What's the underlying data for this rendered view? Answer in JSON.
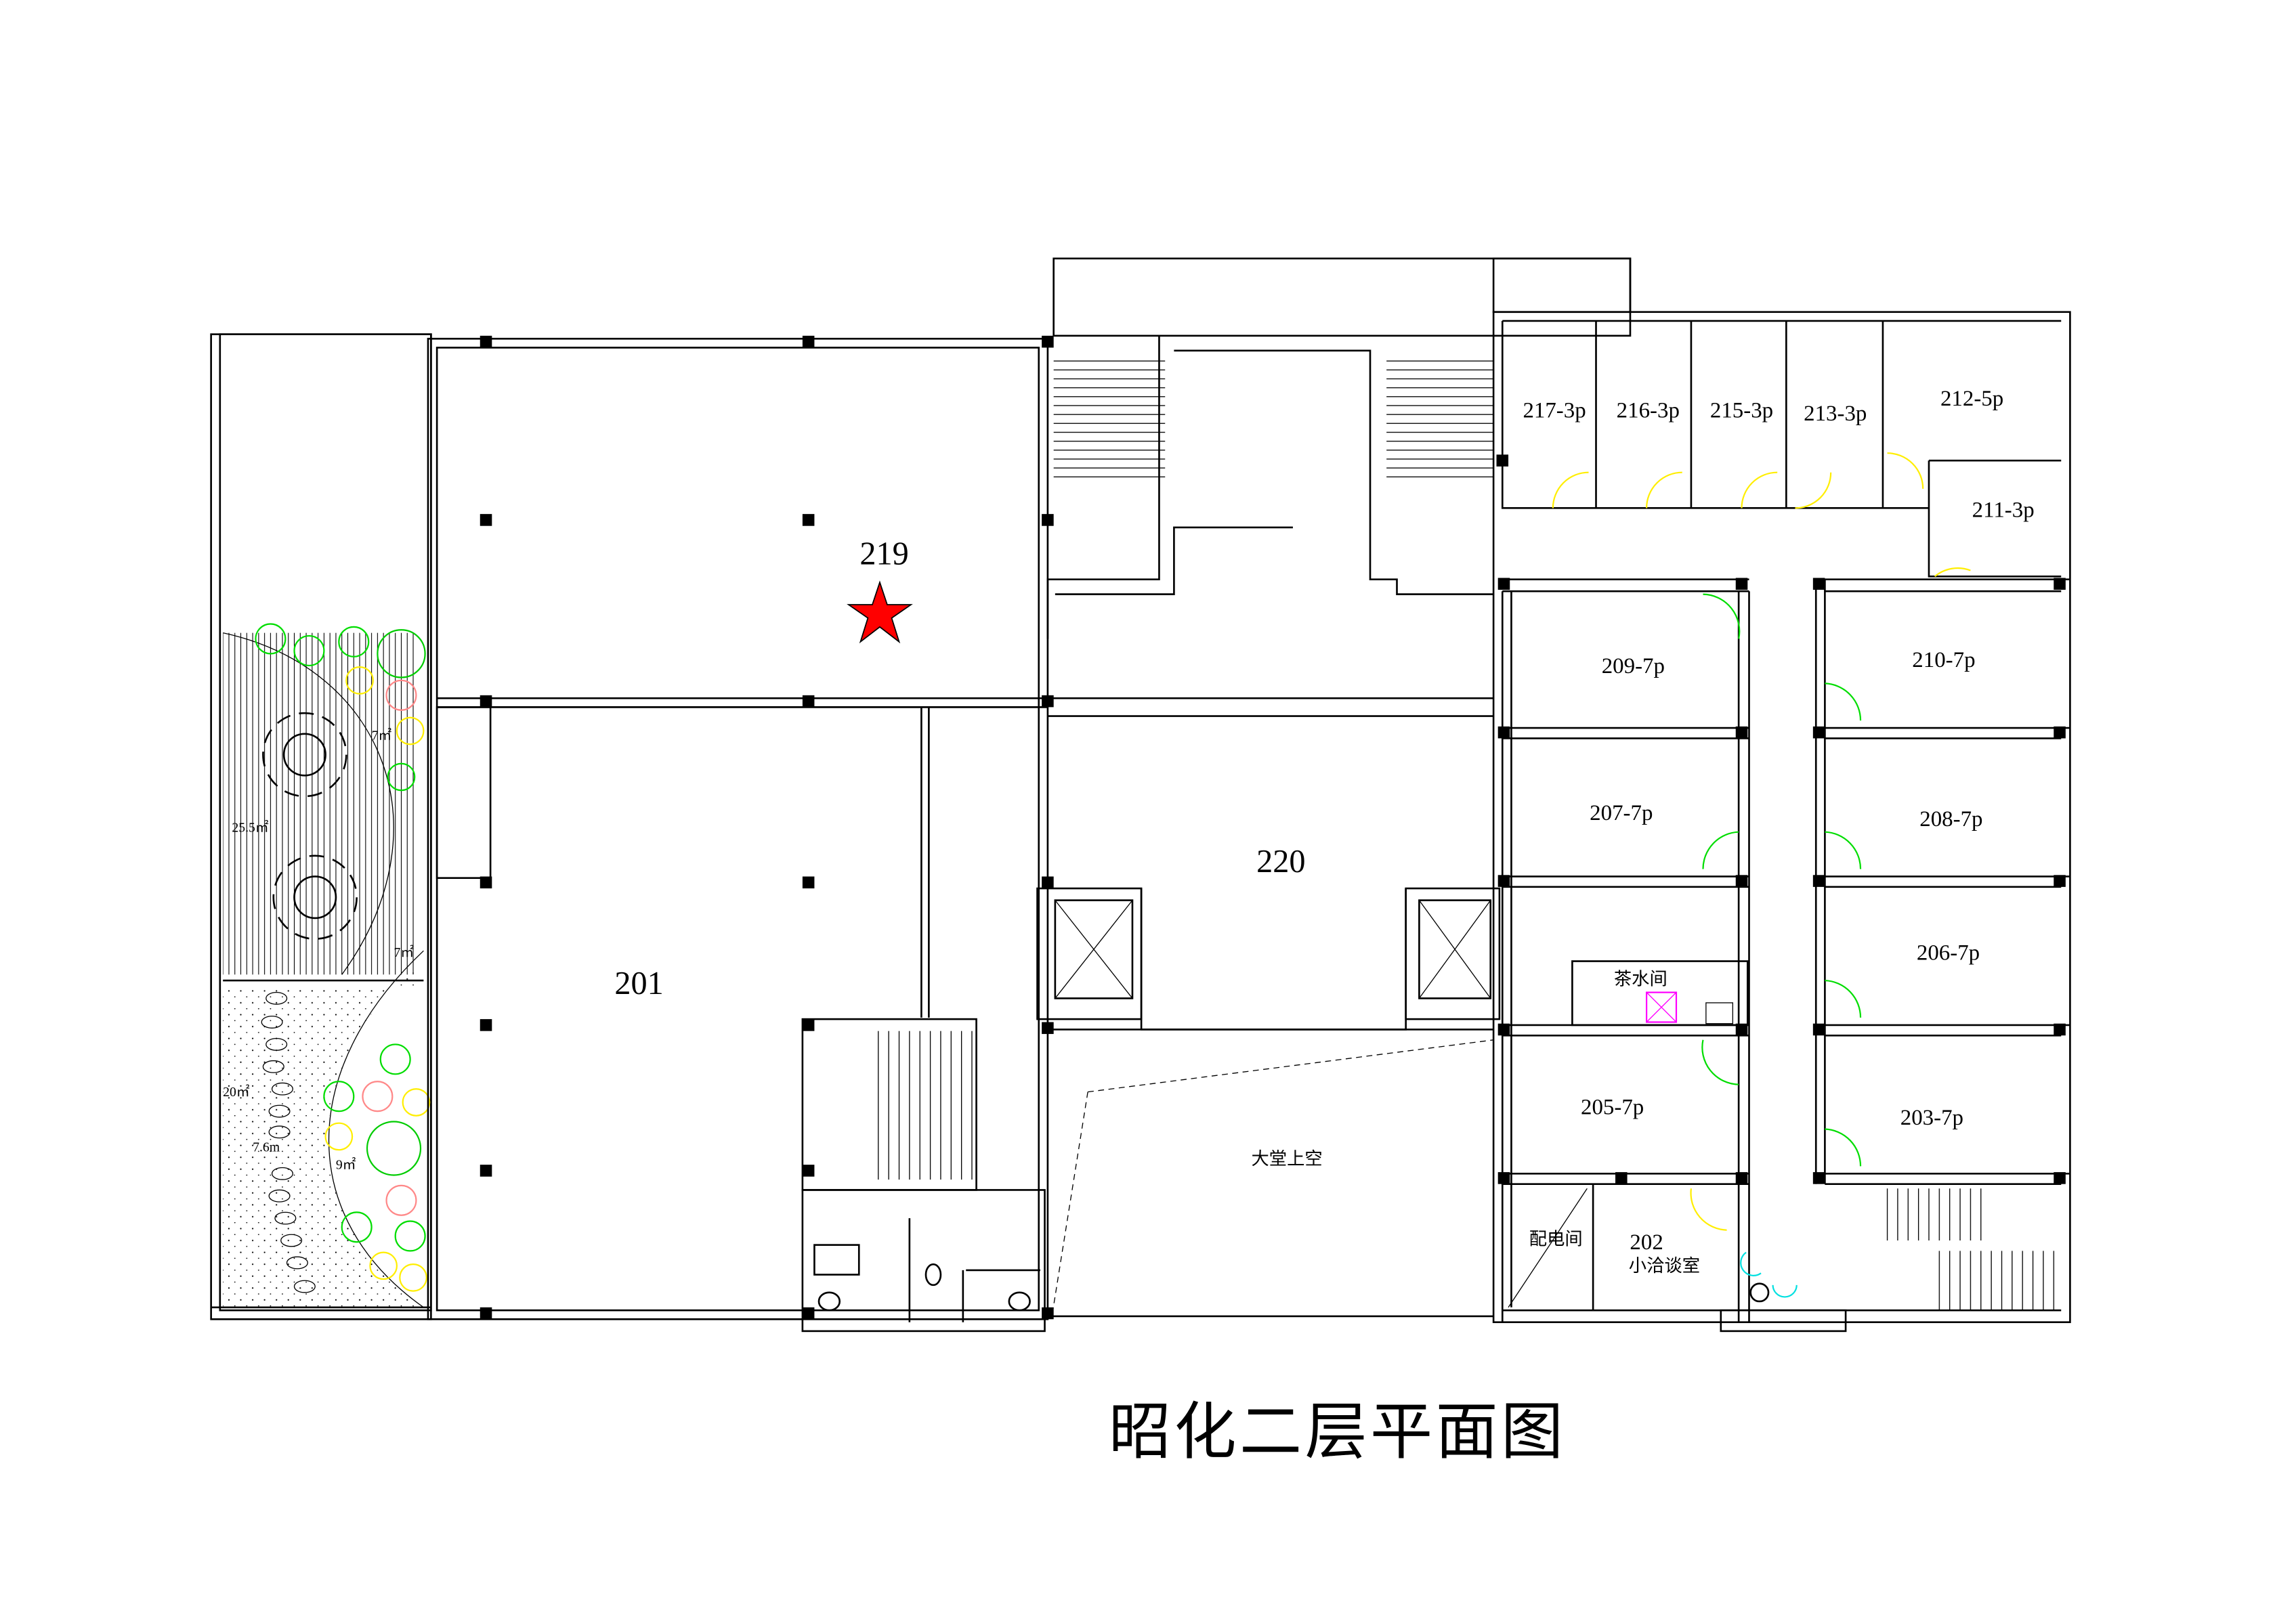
{
  "title": "昭化二层平面图",
  "rooms": {
    "r219": "219",
    "r201": "201",
    "r220": "220",
    "r217": "217-3p",
    "r216": "216-3p",
    "r215": "215-3p",
    "r213": "213-3p",
    "r212": "212-5p",
    "r211": "211-3p",
    "r209": "209-7p",
    "r210": "210-7p",
    "r207": "207-7p",
    "r208": "208-7p",
    "r206": "206-7p",
    "r205": "205-7p",
    "r203": "203-7p",
    "r202": "202",
    "r202_name": "小洽谈室",
    "tea": "茶水间",
    "lobby": "大堂上空",
    "power": "配电间"
  },
  "garden": {
    "a1": "25.5㎡",
    "a2": "7㎡",
    "a3": "7㎡",
    "a4": "20㎡",
    "a5": "7.6m",
    "a6": "9㎡"
  },
  "colors": {
    "marker": "#ff0000",
    "door_green": "#00dd00",
    "door_yellow": "#ffee00",
    "plant_pink": "#ff8888",
    "furniture_cyan": "#00e0e0",
    "furniture_magenta": "#ff00ff"
  },
  "icons": {
    "location_marker": "red-star-icon"
  }
}
